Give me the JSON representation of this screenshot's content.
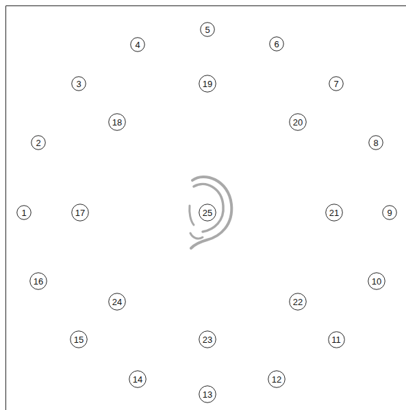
{
  "diagram": {
    "nodes": [
      {
        "text": [
          "1"
        ]
      },
      {
        "text": [
          "2"
        ]
      },
      {
        "text": [
          "3"
        ]
      },
      {
        "text": [
          "4"
        ]
      },
      {
        "text": [
          "5"
        ]
      },
      {
        "text": [
          "6"
        ]
      },
      {
        "text": [
          "7"
        ]
      },
      {
        "text": [
          "8"
        ]
      },
      {
        "text": [
          "9"
        ]
      },
      {
        "text": [
          "10"
        ]
      },
      {
        "text": [
          "11"
        ]
      },
      {
        "text": [
          "12"
        ]
      },
      {
        "text": [
          "13"
        ]
      },
      {
        "text": [
          "14"
        ]
      },
      {
        "text": [
          "15"
        ]
      },
      {
        "text": [
          "16"
        ]
      },
      {
        "text": [
          "17"
        ]
      },
      {
        "text": [
          "18"
        ]
      },
      {
        "text": [
          "19"
        ]
      },
      {
        "text": [
          "20"
        ]
      },
      {
        "text": [
          "21"
        ]
      },
      {
        "text": [
          "22"
        ]
      },
      {
        "text": [
          "23"
        ]
      },
      {
        "text": [
          "24"
        ]
      },
      {
        "text": [
          "25"
        ]
      }
    ]
  }
}
